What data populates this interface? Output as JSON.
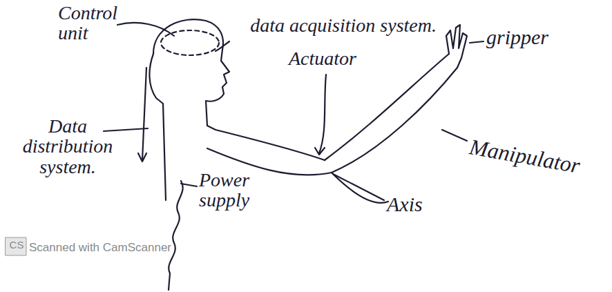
{
  "diagram": {
    "labels": [
      "Control unit",
      "data acquisition system.",
      "Actuator",
      "gripper",
      "Data distribution system.",
      "Manipulator",
      "Power supply",
      "Axis",
      "CS",
      "Scanned with CamScanner"
    ]
  }
}
